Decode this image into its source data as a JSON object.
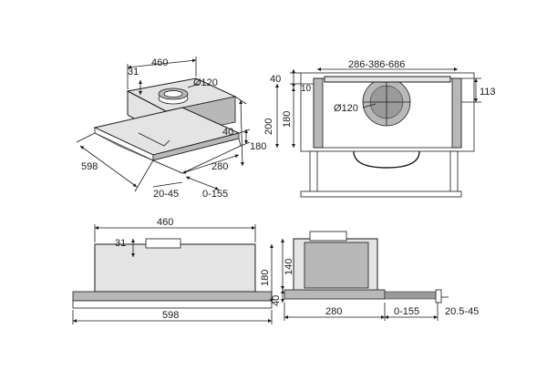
{
  "iso_view": {
    "width_460": "460",
    "depth_31": "31",
    "duct_dia": "Ø120",
    "width_598": "598",
    "d_40": "40",
    "d_180": "180",
    "d_280": "280",
    "d_20_45": "20-45",
    "d_0_155": "0-155"
  },
  "front_view": {
    "d_286_686": "286-386-686",
    "d_40": "40",
    "d_10": "10",
    "d_113": "113",
    "d_200": "200",
    "d_180": "180",
    "duct_dia": "Ø120"
  },
  "top_view": {
    "d_460": "460",
    "d_31": "31",
    "d_598": "598"
  },
  "side_view": {
    "d_180": "180",
    "d_140": "140",
    "d_40": "40",
    "d_280": "280",
    "d_0_155": "0-155",
    "d_20_5_45": "20.5-45"
  }
}
